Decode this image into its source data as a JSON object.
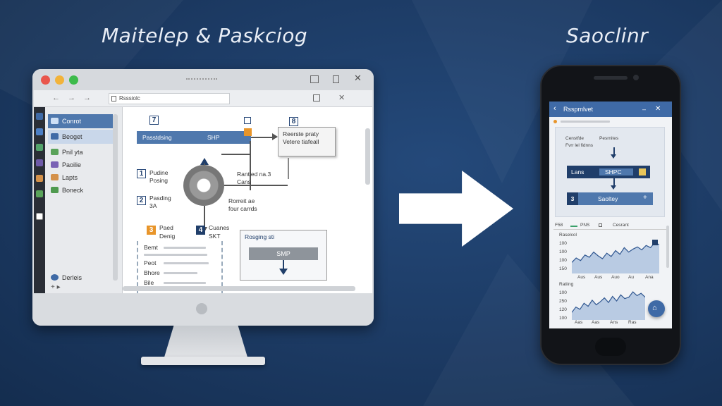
{
  "left_heading": "Maitelep & Paskciog",
  "right_heading": "Saoclinr",
  "colors": {
    "background": "#1c3a63",
    "accent_blue": "#4f78ad",
    "dark_blue": "#203e6a",
    "orange": "#e8952a",
    "arrow": "#ffffff"
  },
  "desktop": {
    "address_text": "Rsssiolc",
    "sidebar": {
      "items": [
        {
          "label": "Conrot",
          "icon": "monitor-icon"
        },
        {
          "label": "Beoget",
          "icon": "folder-icon"
        },
        {
          "label": "Pnil yta",
          "icon": "chart-icon"
        },
        {
          "label": "Paoilie",
          "icon": "gear-icon"
        },
        {
          "label": "Lapts",
          "icon": "layers-icon"
        },
        {
          "label": "Boneck",
          "icon": "list-icon"
        }
      ],
      "footer_label": "Derleis"
    },
    "diagram": {
      "top_num": "7",
      "main_bar_label": "Passtdsing",
      "main_bar_right": "SHP",
      "step1_num": "1",
      "step1_label_1": "Pudine",
      "step1_label_2": "Posing",
      "step2_num": "2",
      "step2_label_1": "Pasding",
      "step2_label_2": "3A",
      "center_label_1": "Rantied na.3",
      "center_label_2": "Cans",
      "lower_label_1": "Rorreit ae",
      "lower_label_2": "four carrds",
      "box_num": "8",
      "box_label_1": "Reerste praty",
      "box_label_2": "Vetere tiafeall",
      "step3_num": "3",
      "step3_label_1": "Paed",
      "step3_label_2": "Denig",
      "step4_num": "4",
      "step4_label_1": "Cuanes",
      "step4_label_2": "SKT",
      "panel_title": "Rosging sti",
      "panel_pill": "SMP",
      "list_item_1": "Bemt",
      "list_item_2": "Peot",
      "list_item_3": "Bhore",
      "list_item_4": "Bile"
    }
  },
  "phone": {
    "title": "Rsspmlvet",
    "header_labels": [
      "Censtfde",
      "Pesrnites",
      "Fvrr lel fidnns"
    ],
    "row1_left": "Lans",
    "row1_mid": "SHPC",
    "step3_num": "3",
    "step3_label": "Saoltey",
    "chart_header_left": "F58",
    "chart_header_mid": "PNS",
    "chart_header_right": "Cesrant",
    "chart1": {
      "title": "Raselcol",
      "y_ticks": [
        "100",
        "100",
        "100",
        "150"
      ],
      "x_ticks": [
        "Aus",
        "Aus",
        "Auo",
        "Au",
        "Ana"
      ],
      "values": [
        30,
        42,
        35,
        50,
        44,
        58,
        48,
        40,
        55,
        46,
        62,
        52,
        70,
        58,
        66,
        72,
        64,
        76,
        70,
        84,
        78
      ]
    },
    "chart2": {
      "title": "Ratiing",
      "y_ticks": [
        "100",
        "250",
        "120",
        "100"
      ],
      "x_ticks": [
        "Aas",
        "Aas",
        "Ans",
        "Ras"
      ],
      "values": [
        20,
        34,
        28,
        44,
        36,
        52,
        40,
        48,
        58,
        46,
        62,
        50,
        66,
        56,
        60,
        74,
        64,
        70,
        60
      ]
    }
  }
}
